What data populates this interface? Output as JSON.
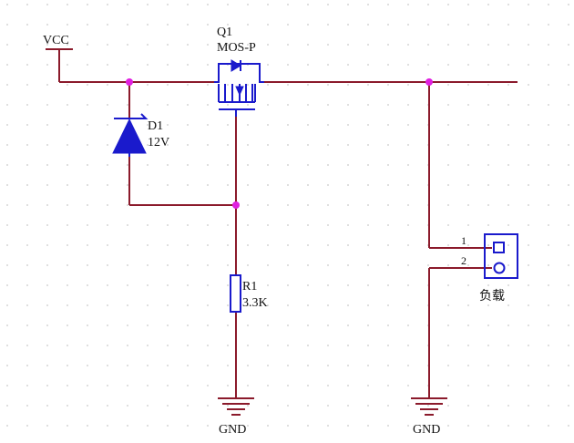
{
  "power": {
    "vcc_label": "VCC",
    "gnd_label": "GND"
  },
  "mosfet": {
    "ref": "Q1",
    "value": "MOS-P"
  },
  "zener": {
    "ref": "D1",
    "value": "12V"
  },
  "resistor": {
    "ref": "R1",
    "value": "3.3K"
  },
  "connector": {
    "label": "负载",
    "pins": [
      "1",
      "2"
    ]
  },
  "colors": {
    "wire": "#8b1a2b",
    "component": "#1a1acc",
    "junction": "#e020e0",
    "grid_dot": "#c8c8c8"
  }
}
